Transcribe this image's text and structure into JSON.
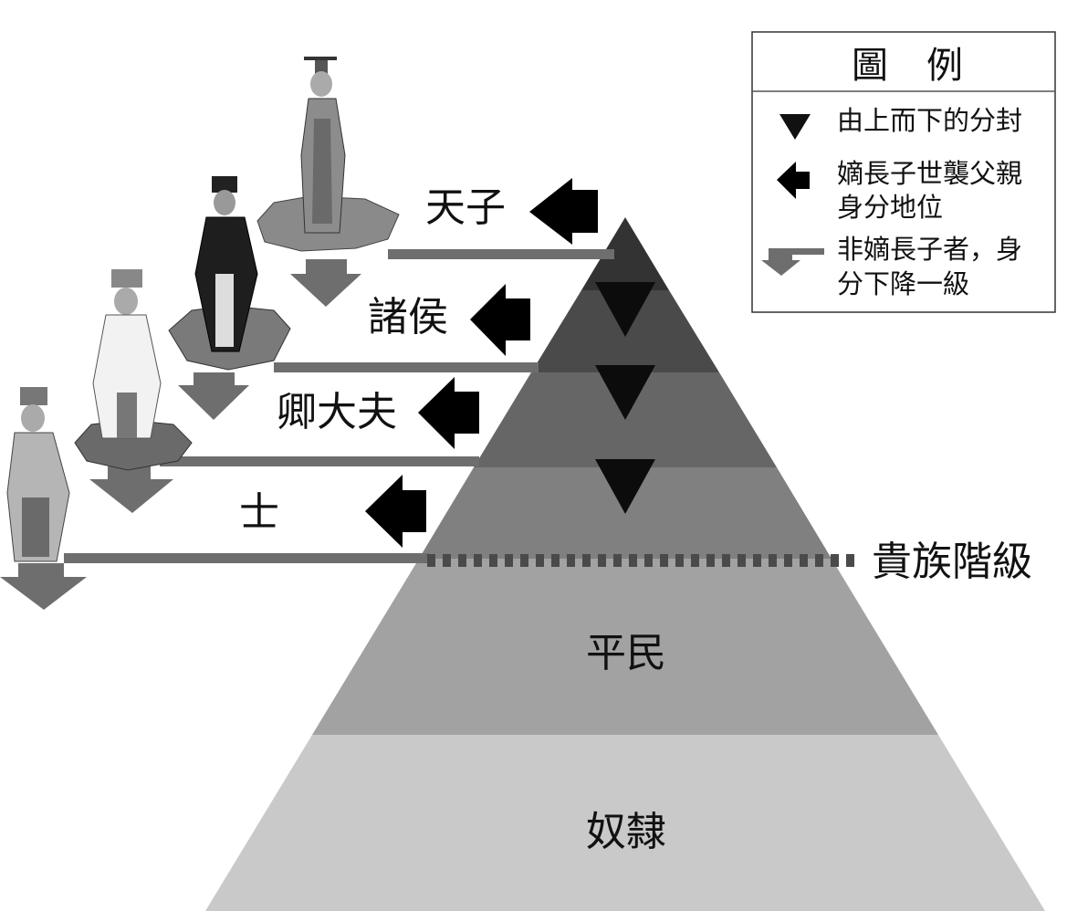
{
  "legend": {
    "title_1": "圖",
    "title_2": "例",
    "items": [
      {
        "icon": "down-triangle-icon",
        "line1": "由上而下的分封"
      },
      {
        "icon": "left-arrow-icon",
        "line1": "嫡長子世襲父親",
        "line2": "身分地位"
      },
      {
        "icon": "gray-down-arrow-icon",
        "line1": "非嫡長子者，身",
        "line2": "分下降一級"
      }
    ]
  },
  "ranks": [
    "天子",
    "諸侯",
    "卿大夫",
    "士"
  ],
  "noble_class_label": "貴族階級",
  "commoners": "平民",
  "slaves": "奴隸",
  "colors": {
    "black_arrow": "#000000",
    "gray_arrow": "#6e6e6e",
    "line": "#6e6e6e"
  }
}
